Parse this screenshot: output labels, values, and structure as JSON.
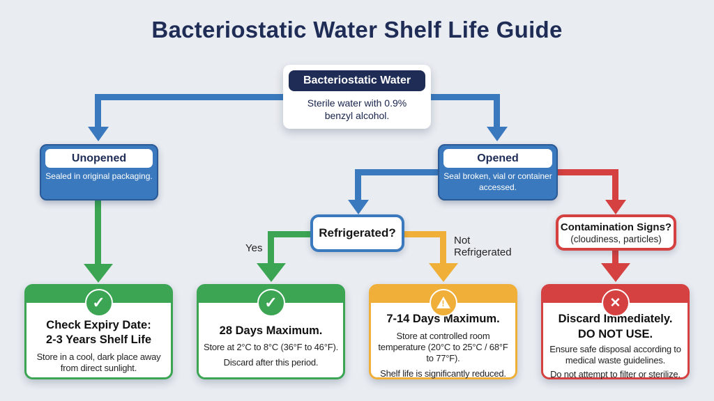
{
  "title": "Bacteriostatic Water Shelf Life Guide",
  "colors": {
    "navy": "#1E2C56",
    "blue": "#3B79BE",
    "blue_border": "#2A5A96",
    "green": "#3BA553",
    "yellow": "#F0AF38",
    "red": "#D54040",
    "bg": "#E9ECF1",
    "text": "#1B1B1D"
  },
  "root": {
    "label": "Bacteriostatic Water",
    "description": "Sterile water with 0.9% benzyl alcohol."
  },
  "branches": {
    "unopened": {
      "label": "Unopened",
      "description": "Sealed in original packaging."
    },
    "opened": {
      "label": "Opened",
      "description": "Seal broken, vial or container accessed."
    }
  },
  "decisions": {
    "refrigerated": {
      "label": "Refrigerated?"
    },
    "contamination": {
      "label": "Contamination Signs?",
      "sublabel": "(cloudiness, particles)"
    }
  },
  "edge_labels": {
    "yes": "Yes",
    "not_refrigerated": "Not Refrigerated"
  },
  "outcomes": [
    {
      "icon": "check",
      "title_lines": [
        "Check Expiry Date:",
        "2-3 Years Shelf Life"
      ],
      "body": [
        "Store in a cool, dark place away from direct sunlight."
      ]
    },
    {
      "icon": "check",
      "title_lines": [
        "28 Days Maximum."
      ],
      "body": [
        "Store at 2°C to 8°C (36°F to 46°F).",
        "Discard after this period."
      ]
    },
    {
      "icon": "warning",
      "title_lines": [
        "7-14 Days Maximum."
      ],
      "body": [
        "Store at controlled room temperature (20°C to 25°C / 68°F to 77°F).",
        "Shelf life is significantly reduced."
      ]
    },
    {
      "icon": "x",
      "title_lines": [
        "Discard Immediately.",
        "DO NOT USE."
      ],
      "body": [
        "Ensure safe disposal according to medical waste guidelines.",
        "Do not attempt to filter or sterilize."
      ]
    }
  ]
}
